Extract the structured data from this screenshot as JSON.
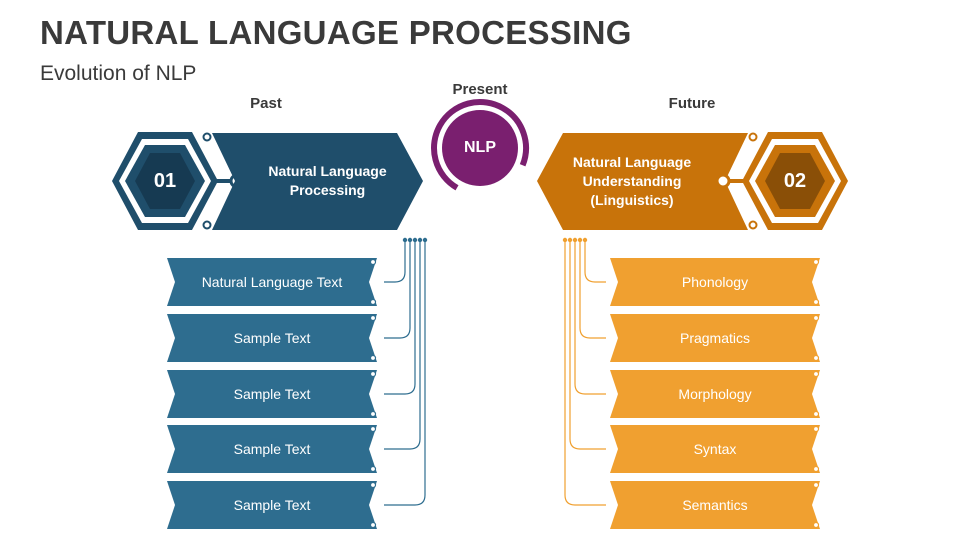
{
  "header": {
    "title": "NATURAL LANGUAGE PROCESSING",
    "subtitle": "Evolution of NLP"
  },
  "labels": {
    "past": "Past",
    "present": "Present",
    "future": "Future"
  },
  "center": {
    "text": "NLP",
    "color": "#7a1f6f"
  },
  "left": {
    "number": "01",
    "banner_line1": "Natural Language",
    "banner_line2": "Processing",
    "color": "#1f4e6b",
    "ribbon_color": "#2e6d8f",
    "items": [
      "Natural Language Text",
      "Sample Text",
      "Sample Text",
      "Sample Text",
      "Sample Text"
    ]
  },
  "right": {
    "number": "02",
    "banner_line1": "Natural Language",
    "banner_line2": "Understanding",
    "banner_line3": "(Linguistics)",
    "color": "#c8730a",
    "ribbon_color": "#f0a030",
    "items": [
      "Phonology",
      "Pragmatics",
      "Morphology",
      "Syntax",
      "Semantics"
    ]
  }
}
